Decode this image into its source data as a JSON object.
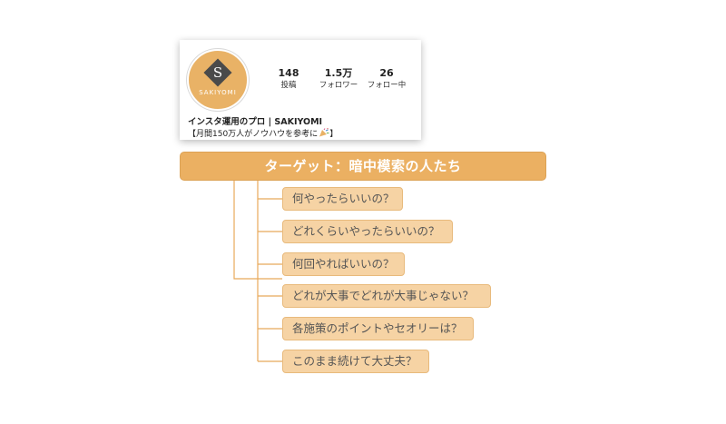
{
  "profile": {
    "brand_letter": "S",
    "brand_text": "SAKIYOMI",
    "stats": [
      {
        "value": "148",
        "label": "投稿"
      },
      {
        "value": "1.5万",
        "label": "フォロワー"
      },
      {
        "value": "26",
        "label": "フォロー中"
      }
    ],
    "name": "インスタ運用のプロ | SAKIYOMI",
    "bio_text": "【月間150万人がノウハウを参考に",
    "bio_end": "】",
    "bio_icon": "party-popper-icon"
  },
  "header": {
    "title": "ターゲット：暗中模索の人たち"
  },
  "questions": [
    "何やったらいいの？",
    "どれくらいやったらいいの？",
    "何回やればいいの？",
    "どれが大事でどれが大事じゃない？",
    "各施策のポイントやセオリーは？",
    "このまま続けて大丈夫？"
  ],
  "colors": {
    "accent": "#ebb062",
    "question_fill": "#f6d3a4",
    "line": "#e8a95a"
  }
}
